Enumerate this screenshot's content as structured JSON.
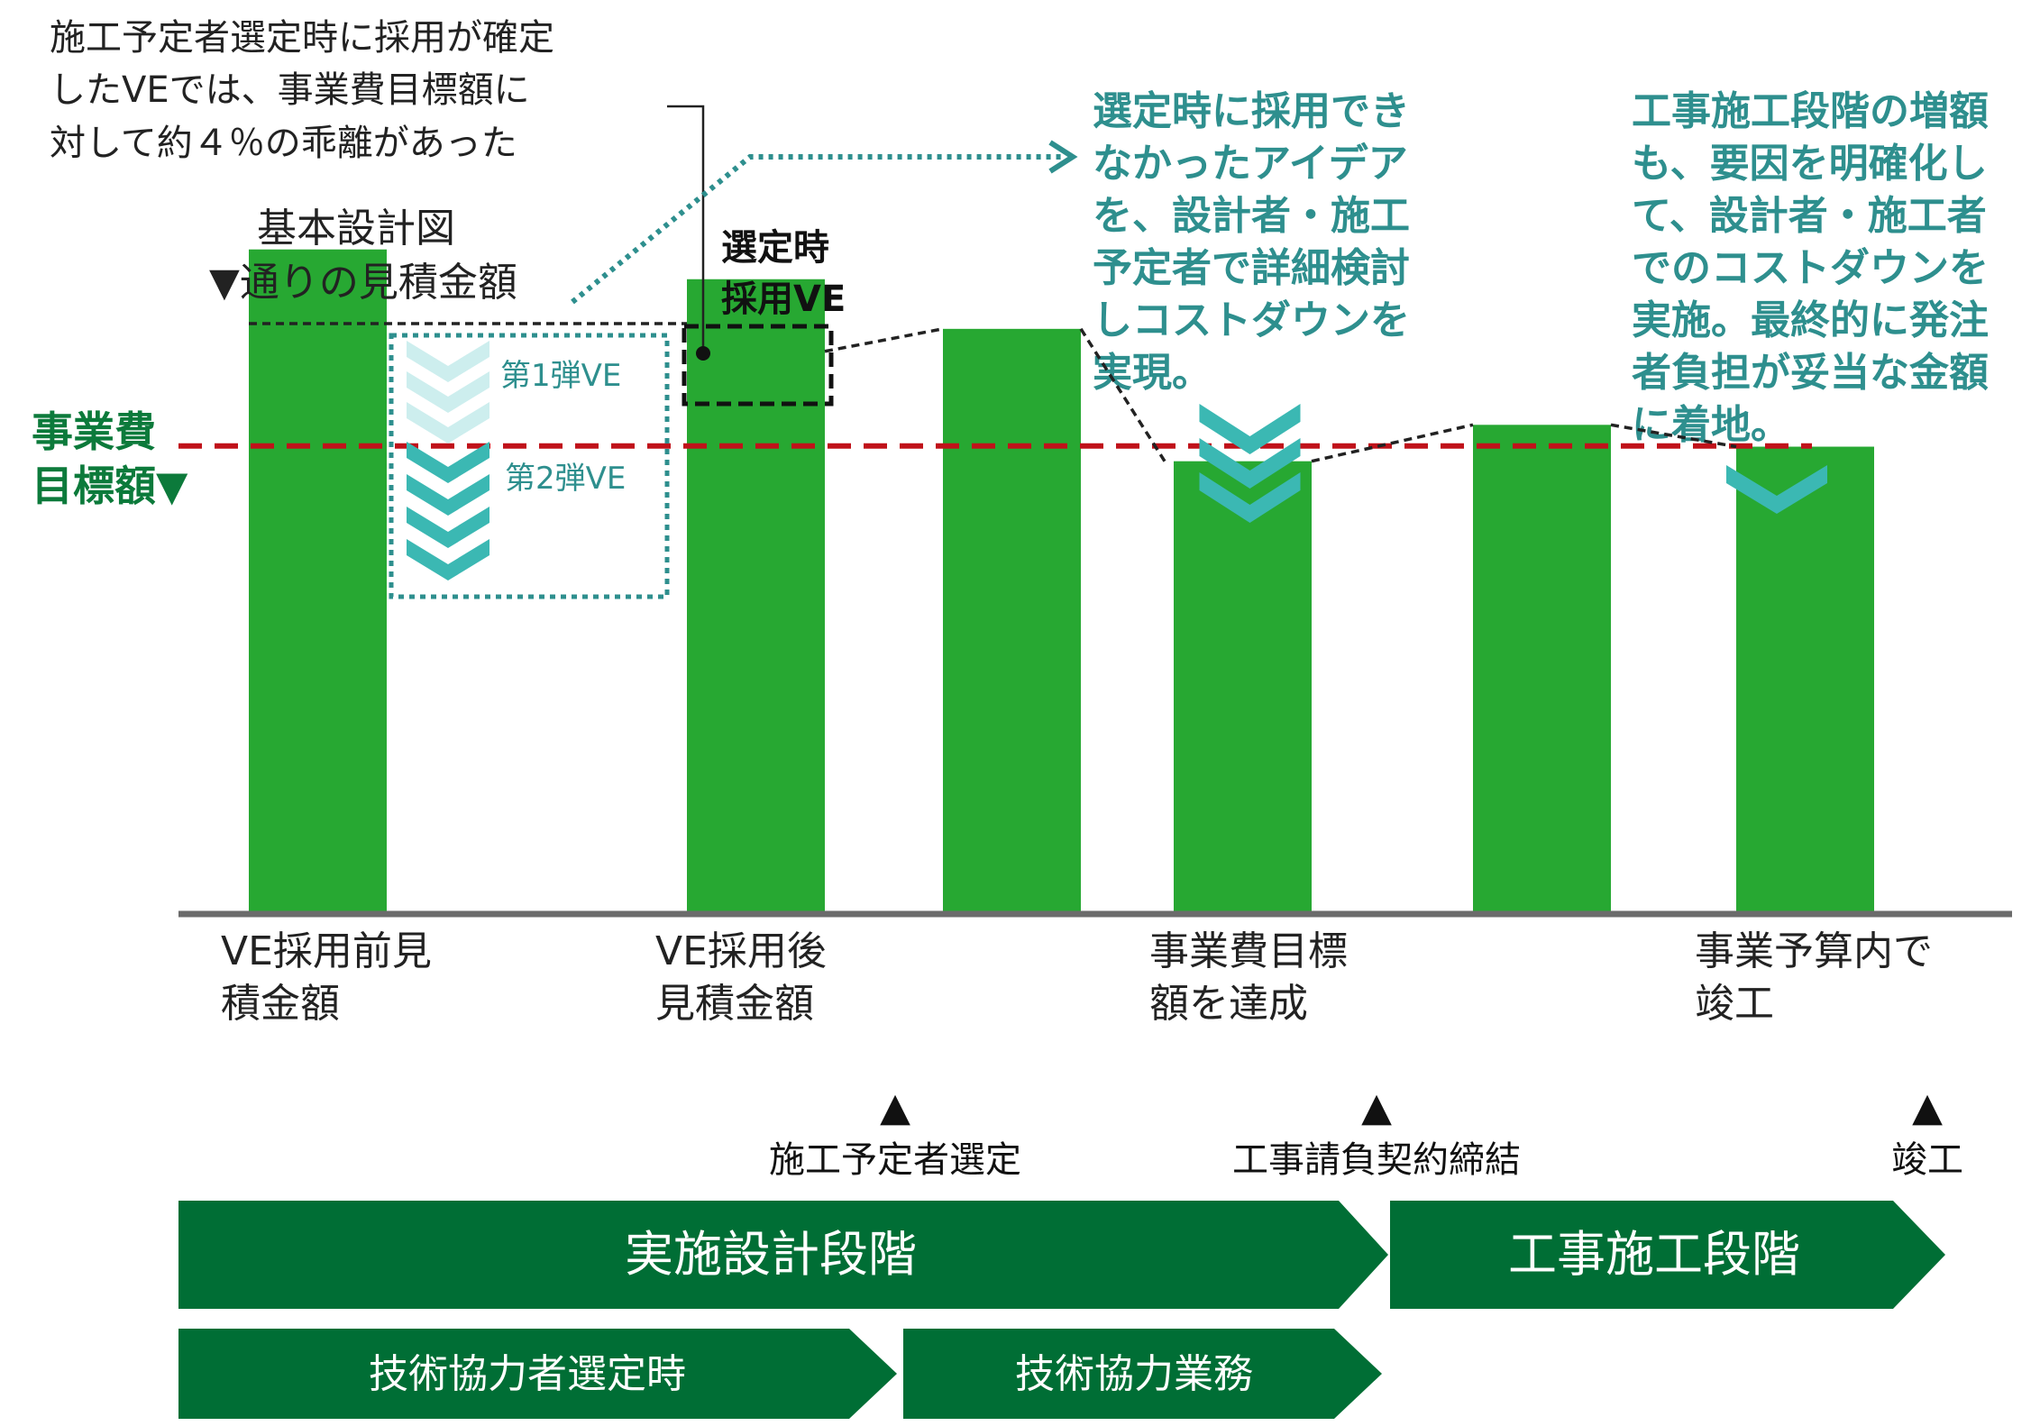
{
  "chart_data": {
    "type": "bar",
    "target_label_lines": [
      "事業費",
      "目標額▼"
    ],
    "bars": [
      {
        "value": 1.0
      },
      {
        "value": 0.955
      },
      {
        "value": 0.88
      },
      {
        "value": 0.68
      },
      {
        "value": 0.735
      },
      {
        "value": 0.702
      }
    ],
    "target_value": 0.703,
    "ylim": [
      0,
      1.05
    ]
  },
  "annotations": {
    "top_left_note": [
      "施工予定者選定時に採用が確定",
      "したVEでは、事業費目標額に",
      "対して約４％の乖離があった"
    ],
    "basic_design": [
      "基本設計図",
      "▼通りの見積金額"
    ],
    "ve_first": "第1弾VE",
    "ve_second": "第2弾VE",
    "selected_ve": [
      "選定時",
      "採用VE"
    ],
    "middle_note": [
      "選定時に採用でき",
      "なかったアイデア",
      "を、設計者・施工",
      "予定者で詳細検討",
      "しコストダウンを",
      "実現。"
    ],
    "right_note": [
      "工事施工段階の増額",
      "も、要因を明確化し",
      "て、設計者・施工者",
      "でのコストダウンを",
      "実施。最終的に発注",
      "者負担が妥当な金額",
      "に着地。"
    ]
  },
  "x_labels": [
    [
      "VE採用前見",
      "積金額"
    ],
    [
      "VE採用後",
      "見積金額"
    ],
    [
      "事業費目標",
      "額を達成"
    ],
    [
      "事業予算内で",
      "竣工"
    ]
  ],
  "milestones": [
    {
      "marker": "▲",
      "label": "施工予定者選定"
    },
    {
      "marker": "▲",
      "label": "工事請負契約締結"
    },
    {
      "marker": "▲",
      "label": "竣工"
    }
  ],
  "phases": [
    {
      "label": "実施設計段階"
    },
    {
      "label": "工事施工段階"
    }
  ],
  "subphases": [
    {
      "label": "技術協力者選定時"
    },
    {
      "label": "技術協力業務"
    }
  ],
  "colors": {
    "bar": "#27a832",
    "target_line": "#c0121a",
    "teal": "#2e8f8e",
    "chevron": "#3bb8b3",
    "chevron_light": "#cdeeee",
    "phase": "#006e35",
    "axis": "#6b6b6b",
    "label_green": "#0c7a3b"
  }
}
